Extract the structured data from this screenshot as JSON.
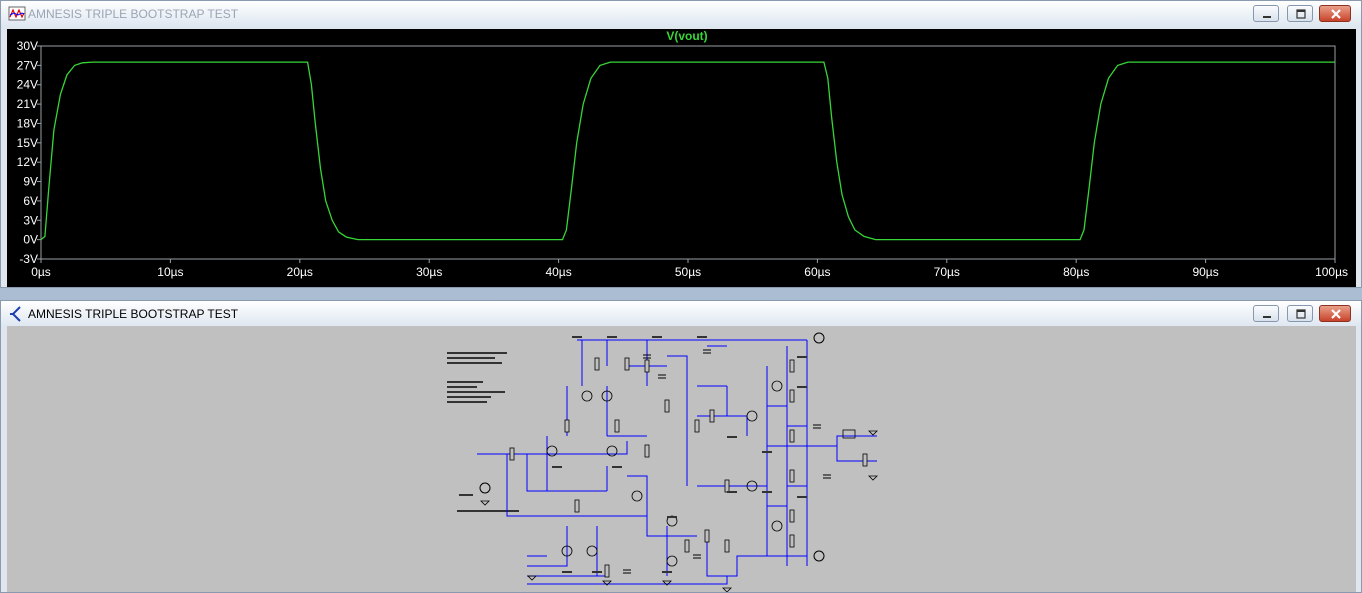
{
  "plot_window": {
    "title": "AMNESIS TRIPLE BOOTSTRAP TEST",
    "icon": "waveform-icon",
    "trace_label": "V(vout)",
    "trace_color": "#37d637",
    "background": "#000000",
    "y_ticks": [
      "30V",
      "27V",
      "24V",
      "21V",
      "18V",
      "15V",
      "12V",
      "9V",
      "6V",
      "3V",
      "0V",
      "-3V"
    ],
    "x_ticks": [
      "0µs",
      "10µs",
      "20µs",
      "30µs",
      "40µs",
      "50µs",
      "60µs",
      "70µs",
      "80µs",
      "90µs",
      "100µs"
    ]
  },
  "chart_data": {
    "type": "line",
    "title": "V(vout)",
    "xlabel": "",
    "ylabel": "",
    "xlim": [
      0,
      100
    ],
    "ylim": [
      -3,
      30
    ],
    "x_unit": "µs",
    "y_unit": "V",
    "grid": false,
    "series": [
      {
        "name": "V(vout)",
        "color": "#37d637",
        "x": [
          0,
          0.3,
          0.6,
          1.0,
          1.5,
          2.0,
          2.6,
          3.2,
          4.0,
          20.6,
          20.9,
          21.2,
          21.6,
          22.0,
          22.5,
          23.0,
          23.6,
          24.5,
          40.3,
          40.6,
          41.0,
          41.4,
          41.9,
          42.5,
          43.2,
          44.0,
          60.5,
          60.8,
          61.1,
          61.5,
          61.9,
          62.4,
          62.9,
          63.6,
          64.5,
          80.3,
          80.6,
          81.0,
          81.4,
          81.9,
          82.5,
          83.2,
          84.0,
          100
        ],
        "y": [
          0,
          0.5,
          8,
          17,
          22.5,
          25.5,
          27,
          27.4,
          27.5,
          27.5,
          24,
          18,
          11,
          6,
          3,
          1.2,
          0.4,
          0,
          0,
          1.5,
          8,
          15,
          21,
          25,
          27,
          27.5,
          27.5,
          25,
          19,
          12,
          7,
          3.5,
          1.5,
          0.5,
          0,
          0,
          1.5,
          8,
          15,
          21,
          25,
          27,
          27.5,
          27.5
        ]
      }
    ]
  },
  "schematic_window": {
    "title": "AMNESIS TRIPLE BOOTSTRAP TEST",
    "icon": "schematic-icon",
    "background": "#c0c0c0",
    "wire_color": "#0000ff"
  },
  "window_buttons": {
    "minimize": "minimize-icon",
    "maximize": "maximize-icon",
    "close": "close-icon"
  }
}
